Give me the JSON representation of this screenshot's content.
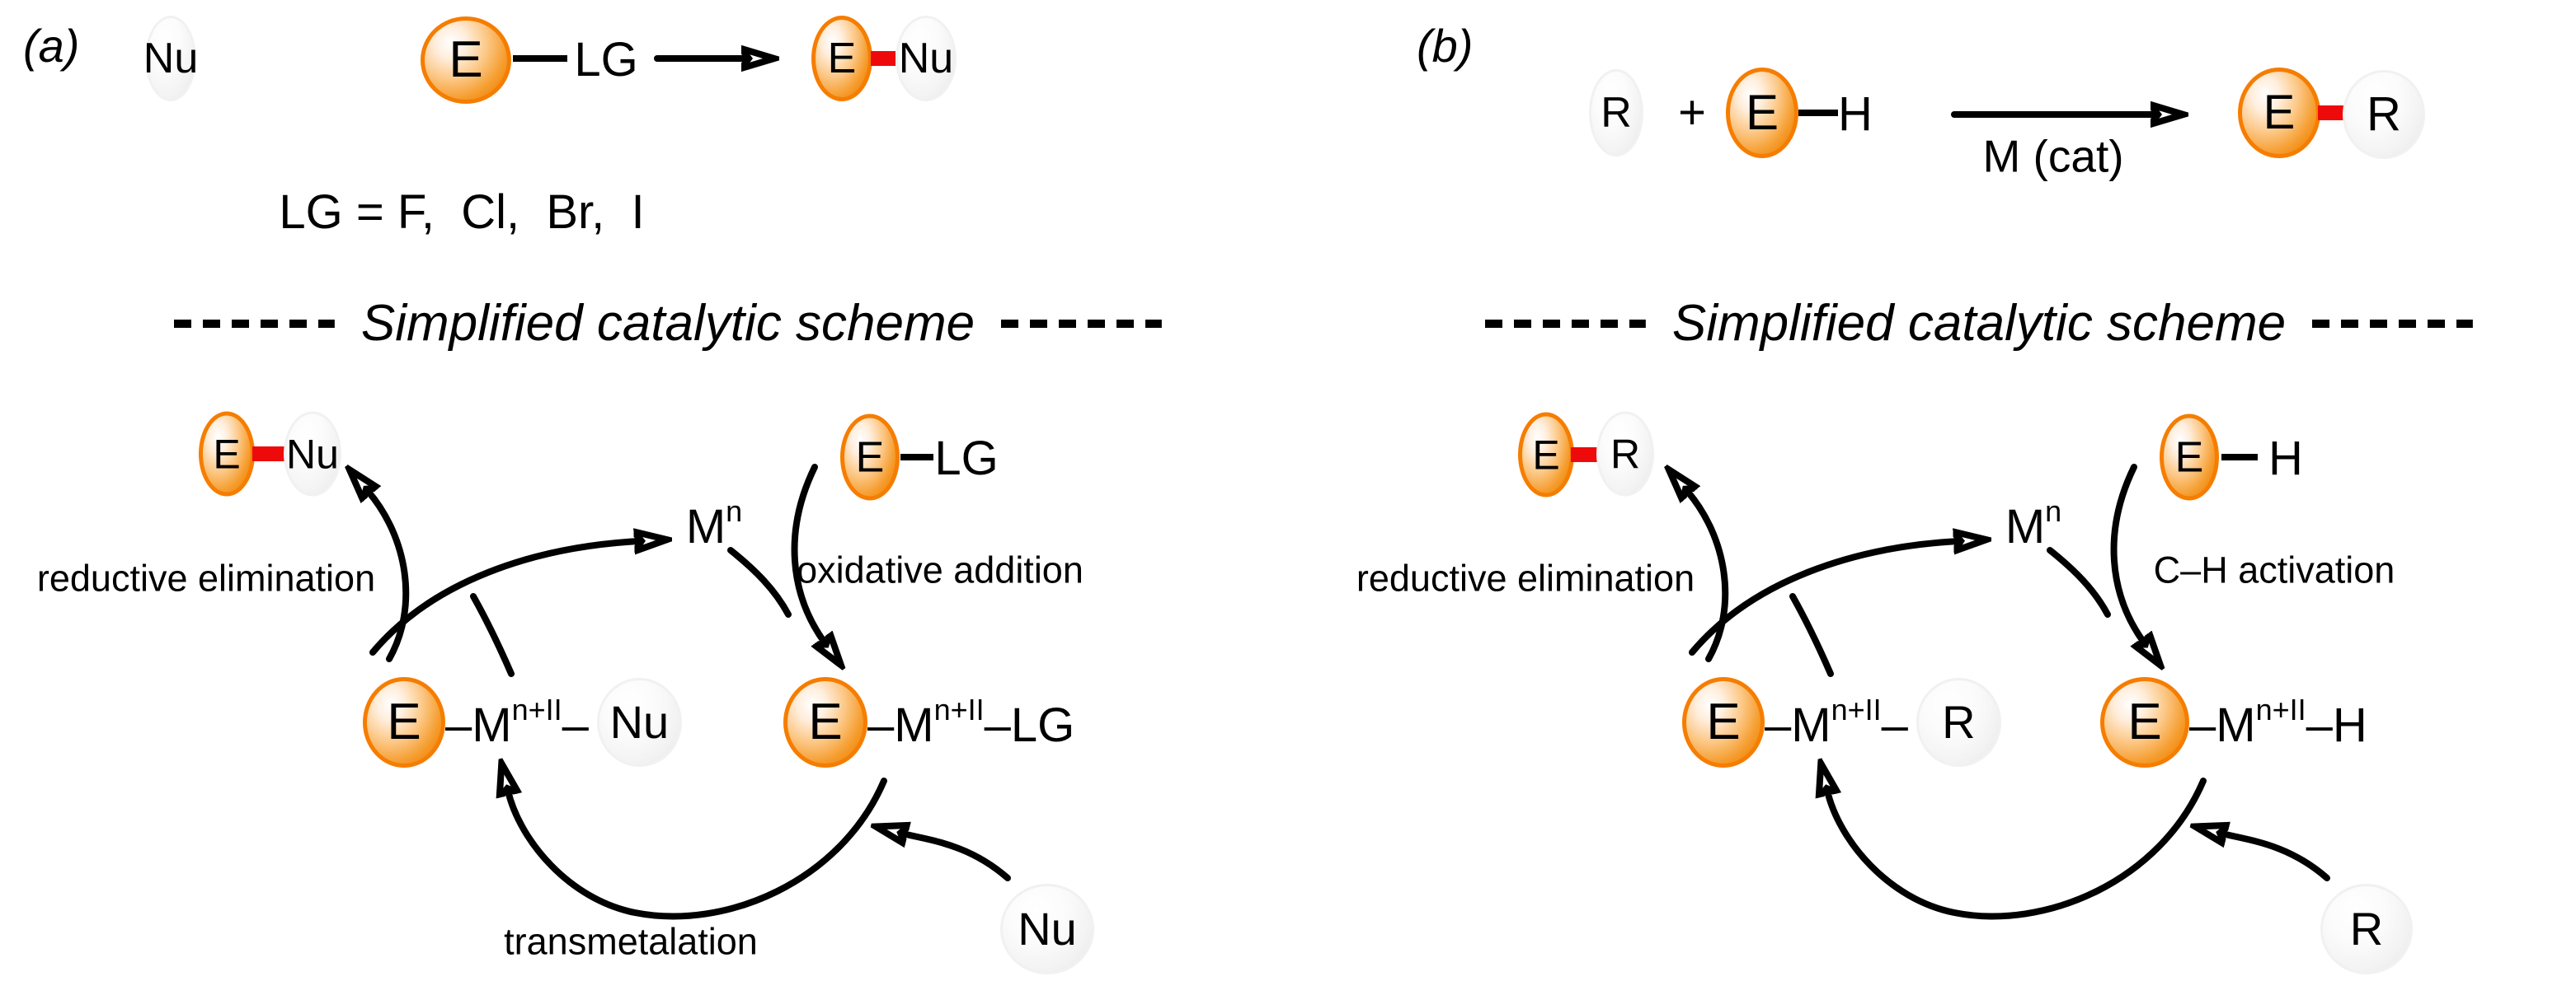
{
  "figure": {
    "colors": {
      "sphere_orange": "#ed7c00",
      "bond_red": "#ee0a0a",
      "sphere_gray": "#ededed",
      "ink": "#000000"
    },
    "panel_a": {
      "label": "(a)",
      "reaction": {
        "nu": "Nu",
        "e": "E",
        "lg": "LG",
        "product_e": "E",
        "product_nu": "Nu"
      },
      "lg_note": "LG = F,  Cl,  Br,  I",
      "header": "Simplified catalytic scheme",
      "cycle": {
        "m": "M",
        "m_sup": "n",
        "product_e": "E",
        "product_x": "Nu",
        "top_right_e": "E",
        "top_right_x": "LG",
        "step_top_left": "reductive elimination",
        "step_top_right": "oxidative addition",
        "step_bottom": "transmetalation",
        "left_mol": {
          "e": "E",
          "m": "–M",
          "sup": "n+II",
          "tail": "–",
          "x": "Nu"
        },
        "right_mol": {
          "e": "E",
          "m": "–M",
          "sup": "n+II",
          "tail": "–LG"
        },
        "incoming": "Nu"
      }
    },
    "panel_b": {
      "label": "(b)",
      "reaction": {
        "r": "R",
        "plus": "+",
        "e": "E",
        "h": "H",
        "catalyst": "M (cat)",
        "product_e": "E",
        "product_r": "R"
      },
      "header": "Simplified catalytic scheme",
      "cycle": {
        "m": "M",
        "m_sup": "n",
        "product_e": "E",
        "product_x": "R",
        "top_right_e": "E",
        "top_right_x": "H",
        "step_top_left": "reductive elimination",
        "step_top_right": "C–H activation",
        "left_mol": {
          "e": "E",
          "m": "–M",
          "sup": "n+II",
          "tail": "–",
          "x": "R"
        },
        "right_mol": {
          "e": "E",
          "m": "–M",
          "sup": "n+II",
          "tail": "–H"
        },
        "incoming": "R"
      }
    }
  }
}
